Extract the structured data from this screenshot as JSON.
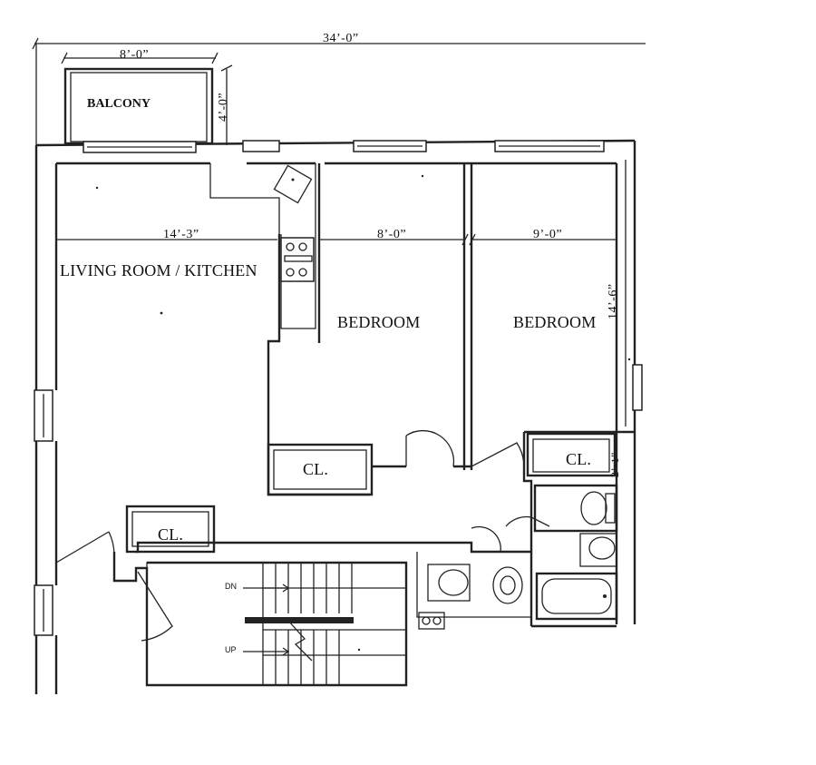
{
  "plan": {
    "overall_width": "34’-0”",
    "balcony": {
      "label": "BALCONY",
      "width": "8’-0”",
      "depth": "4’-0”"
    },
    "living_kitchen": {
      "label": "LIVING ROOM / KITCHEN",
      "width": "14’-3”"
    },
    "bedroom_1": {
      "label": "BEDROOM",
      "width": "8’-0”"
    },
    "bedroom_2": {
      "label": "BEDROOM",
      "width": "9’-0”",
      "depth": "14’-6”"
    },
    "closets": [
      "CL.",
      "CL.",
      "CL."
    ],
    "stair": {
      "down": "DN",
      "up": "UP"
    },
    "partial_dimension": "2’-1”"
  }
}
